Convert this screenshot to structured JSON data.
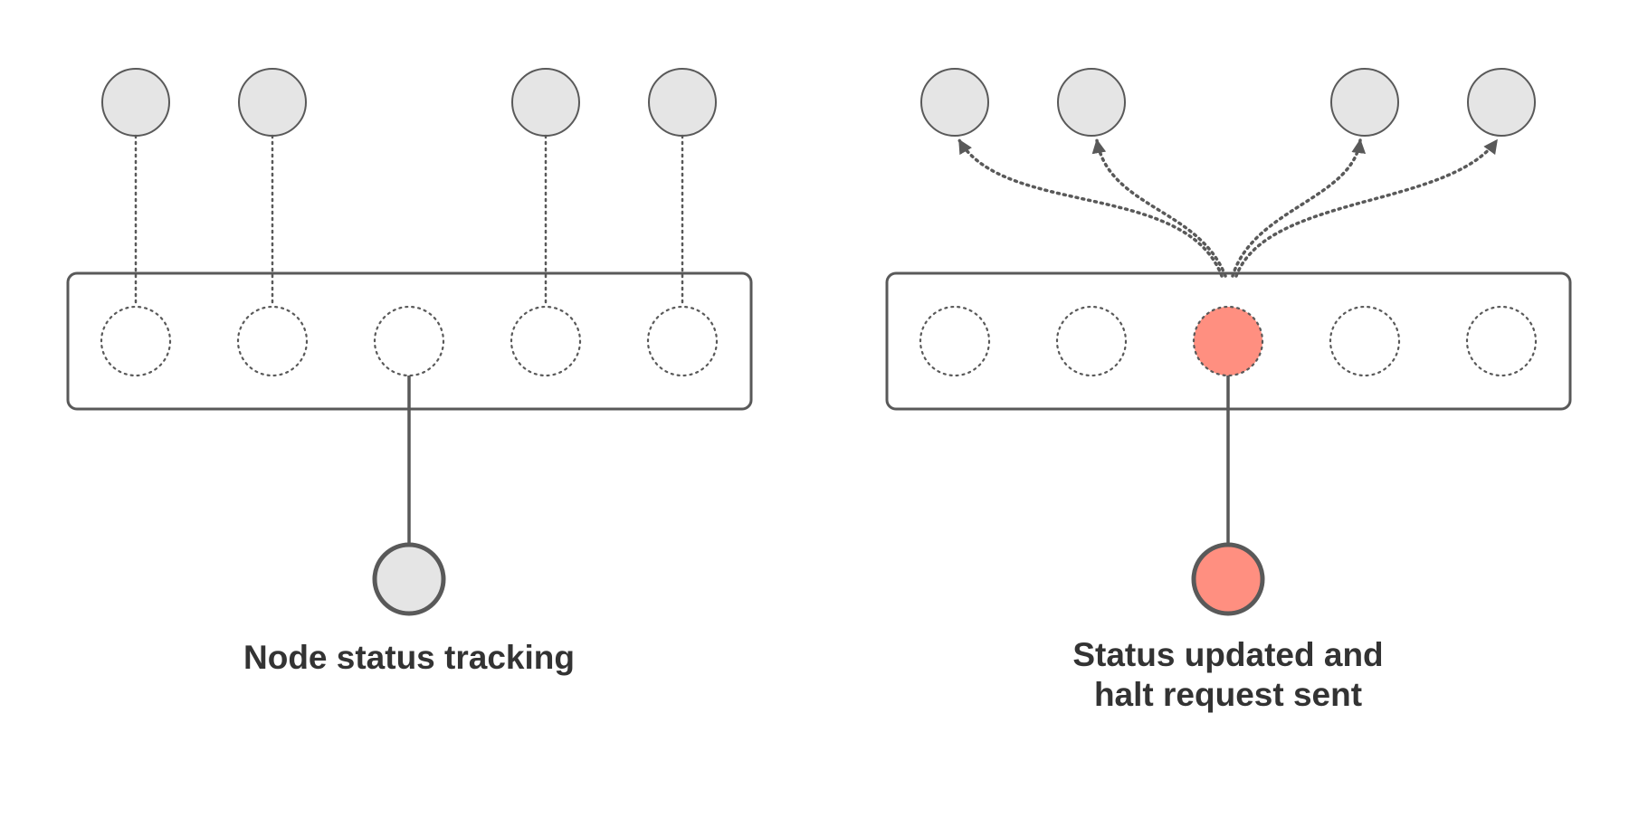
{
  "panels": [
    {
      "caption_lines": [
        "Node status tracking"
      ],
      "center_state": "normal"
    },
    {
      "caption_lines": [
        "Status updated and",
        "halt request sent"
      ],
      "center_state": "failed"
    }
  ],
  "colors": {
    "node_fill": "#e5e5e5",
    "stroke": "#595959",
    "failed_fill": "#ff8f80",
    "caption_text": "#333333",
    "background": "#ffffff"
  }
}
